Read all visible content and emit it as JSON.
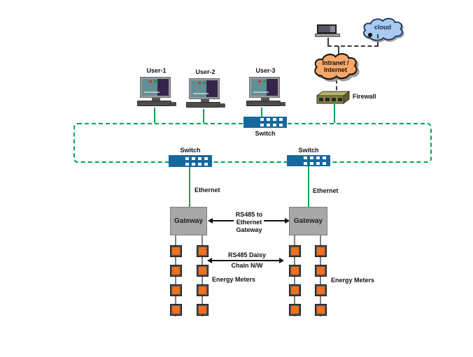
{
  "colors": {
    "line_green": "#00a455",
    "switch_blue": "#16689f",
    "meter_orange": "#f3701d",
    "gateway_gray": "#a8a8a8",
    "cloud_blue_fill": "#a9cbf0",
    "cloud_orange_fill": "#f7a869"
  },
  "cloud": {
    "label": "cloud"
  },
  "intranet_cloud": {
    "line1": "Intranet /",
    "line2": "Internet"
  },
  "firewall": {
    "label": "Firewall"
  },
  "users": [
    {
      "label": "User-1"
    },
    {
      "label": "User-2"
    },
    {
      "label": "User-3"
    }
  ],
  "switches": [
    {
      "label": "Switch"
    },
    {
      "label": "Switch"
    },
    {
      "label": "Switch"
    }
  ],
  "ethernet": {
    "left_label": "Ethernet",
    "right_label": "Ethernet"
  },
  "gateways": [
    {
      "label": "Gateway"
    },
    {
      "label": "Gateway"
    }
  ],
  "annotations": {
    "rs485_gateway_line1": "RS485 to",
    "rs485_gateway_line2": "Ethernet",
    "rs485_gateway_line3": "Gateway",
    "rs485_daisy_line1": "RS485 Daisy",
    "rs485_daisy_line2": "Chain N/W",
    "energy_meters_left": "Energy Meters",
    "energy_meters_right": "Energy Meters"
  },
  "energy_meters": {
    "columns": 4,
    "meters_per_column": 4
  }
}
